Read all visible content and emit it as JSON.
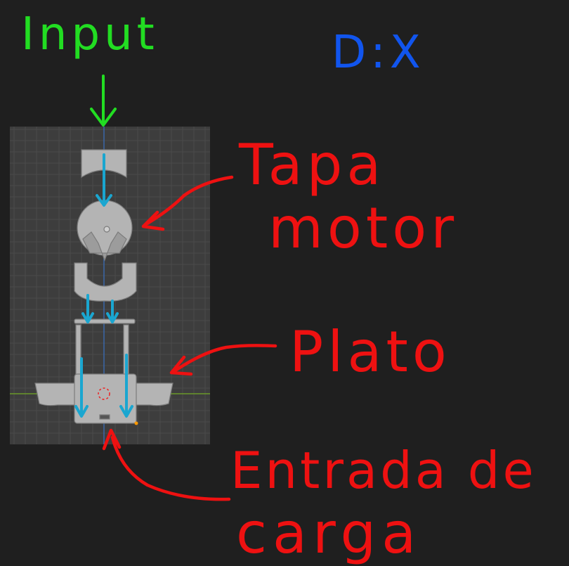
{
  "labels": {
    "input": "Input",
    "dx": "D:X",
    "tapa_line1": "Tapa",
    "tapa_line2": "motor",
    "plato": "Plato",
    "entrada_line1": "Entrada de",
    "entrada_line2": "carga"
  },
  "colors": {
    "background": "#1f1f1f",
    "viewport": "#3d3d3d",
    "grid": "#4a4a4a",
    "input_green": "#22dd22",
    "dx_blue": "#1155ee",
    "annotation_red": "#ee1111",
    "flow_arrow_cyan": "#1aa6d0",
    "model_grey": "#b4b4b4",
    "axis_green": "#6a9a2a",
    "axis_blue": "#3a6ab0"
  }
}
